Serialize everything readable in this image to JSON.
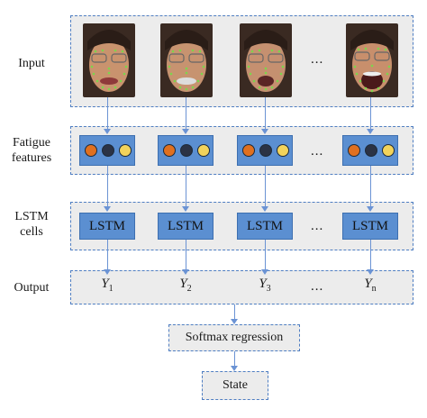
{
  "rows": {
    "input": "Input",
    "fatigue_1": "Fatigue",
    "fatigue_2": "features",
    "lstm_1": "LSTM",
    "lstm_2": "cells",
    "output": "Output"
  },
  "lstm_label": "LSTM",
  "ellipsis": "...",
  "outputs": [
    {
      "base": "Y",
      "sub": "1"
    },
    {
      "base": "Y",
      "sub": "2"
    },
    {
      "base": "Y",
      "sub": "3"
    },
    {
      "base": "Y",
      "sub": "n"
    }
  ],
  "softmax": "Softmax regression",
  "state": "State",
  "colors": {
    "box_border": "#4f7ec2",
    "box_fill": "#ececec",
    "cell_fill": "#5b8fd1",
    "dot_orange": "#e0701f",
    "dot_dark": "#2b3345",
    "dot_yellow": "#f2d35b",
    "arrow": "#6b93d4"
  }
}
